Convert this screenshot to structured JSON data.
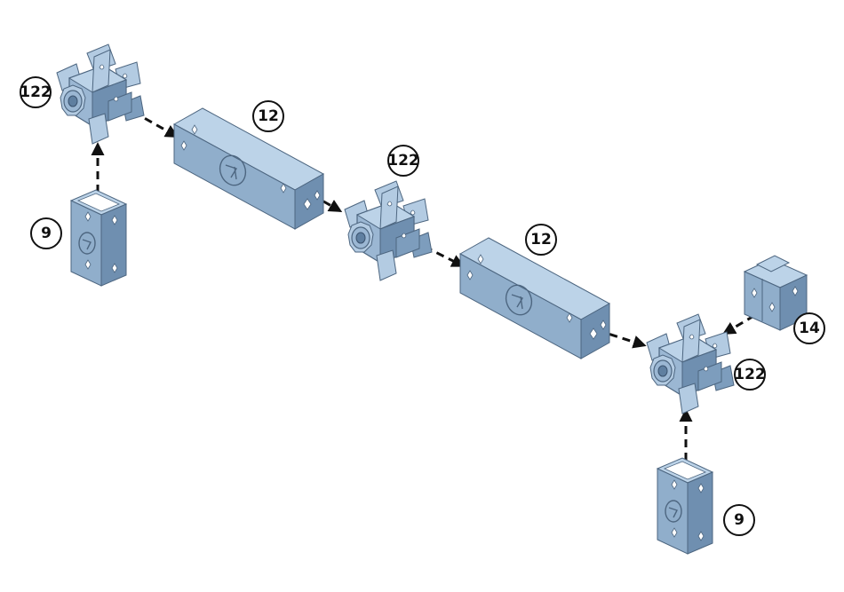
{
  "diagram": {
    "parts": [
      {
        "id": "hub-a",
        "kind": "hub",
        "callout": "122"
      },
      {
        "id": "beam-a",
        "kind": "beam",
        "callout": "12"
      },
      {
        "id": "hub-b",
        "kind": "hub",
        "callout": "122"
      },
      {
        "id": "beam-b",
        "kind": "beam",
        "callout": "12"
      },
      {
        "id": "hub-c",
        "kind": "hub",
        "callout": "122"
      },
      {
        "id": "cube-left",
        "kind": "short-block",
        "callout": "9"
      },
      {
        "id": "cube-bottom",
        "kind": "short-block",
        "callout": "9"
      },
      {
        "id": "connector-right",
        "kind": "connector-block",
        "callout": "14"
      }
    ],
    "connections": [
      {
        "from": "cube-left",
        "to": "hub-a"
      },
      {
        "from": "hub-a",
        "to": "beam-a"
      },
      {
        "from": "beam-a",
        "to": "hub-b"
      },
      {
        "from": "hub-b",
        "to": "beam-b"
      },
      {
        "from": "beam-b",
        "to": "hub-c"
      },
      {
        "from": "connector-right",
        "to": "hub-c"
      },
      {
        "from": "cube-bottom",
        "to": "hub-c"
      }
    ],
    "colors": {
      "part_light": "#bcd3e8",
      "part_mid": "#90aecb",
      "part_dark": "#6f8fb0",
      "outline": "#4d6680",
      "arrow": "#111111"
    }
  }
}
